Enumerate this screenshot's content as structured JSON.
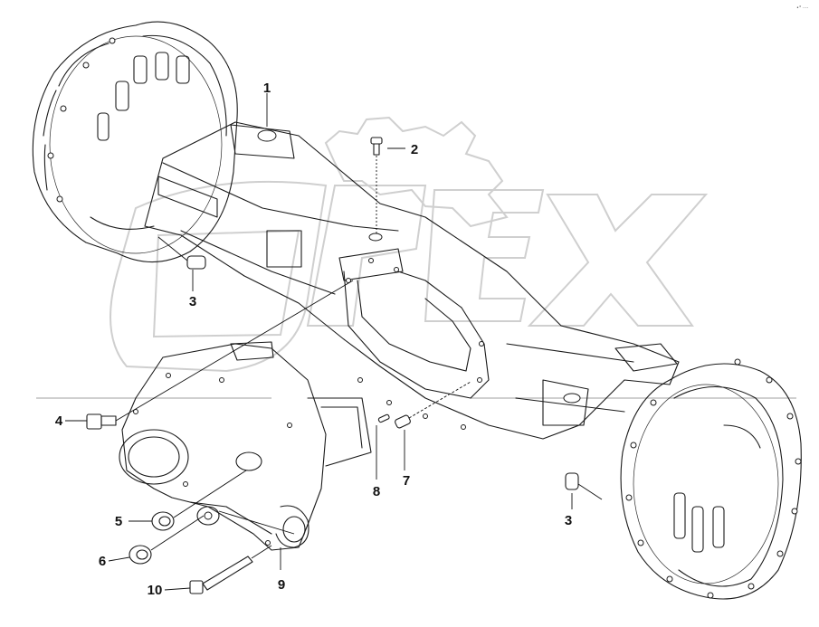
{
  "diagram": {
    "corner_mark": "•° ····",
    "watermark": "OPEX",
    "callouts": [
      {
        "id": "c1",
        "label": "1"
      },
      {
        "id": "c2",
        "label": "2"
      },
      {
        "id": "c3a",
        "label": "3"
      },
      {
        "id": "c3b",
        "label": "3"
      },
      {
        "id": "c4",
        "label": "4"
      },
      {
        "id": "c5",
        "label": "5"
      },
      {
        "id": "c6",
        "label": "6"
      },
      {
        "id": "c7",
        "label": "7"
      },
      {
        "id": "c8",
        "label": "8"
      },
      {
        "id": "c9",
        "label": "9"
      },
      {
        "id": "c10",
        "label": "10"
      }
    ],
    "colors": {
      "line": "#1a1a1a",
      "watermark": "#cfcfcf",
      "background": "#ffffff"
    }
  }
}
